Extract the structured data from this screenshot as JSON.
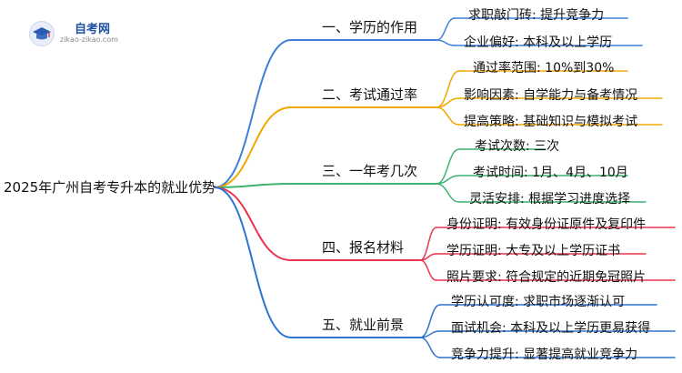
{
  "logo": {
    "name": "自考网",
    "domain": "zikao-zikao.com"
  },
  "root": {
    "label": "2025年广州自考专升本的就业优势"
  },
  "branches": [
    {
      "label": "一、学历的作用",
      "color": "#3d7fd9",
      "leaves": [
        "求职敲门砖: 提升竞争力",
        "企业偏好: 本科及以上学历"
      ]
    },
    {
      "label": "二、考试通过率",
      "color": "#f0a800",
      "leaves": [
        "通过率范围: 10%到30%",
        "影响因素: 自学能力与备考情况",
        "提高策略: 基础知识与模拟考试"
      ]
    },
    {
      "label": "三、一年考几次",
      "color": "#3cb371",
      "leaves": [
        "考试次数: 三次",
        "考试时间: 1月、4月、10月",
        "灵活安排: 根据学习进度选择"
      ]
    },
    {
      "label": "四、报名材料",
      "color": "#e8344e",
      "leaves": [
        "身份证明: 有效身份证原件及复印件",
        "学历证明: 大专及以上学历证书",
        "照片要求: 符合规定的近期免冠照片"
      ]
    },
    {
      "label": "五、就业前景",
      "color": "#2f74d0",
      "leaves": [
        "学历认可度: 求职市场逐渐认可",
        "面试机会: 本科及以上学历更易获得",
        "竞争力提升: 显著提高就业竞争力"
      ]
    }
  ]
}
